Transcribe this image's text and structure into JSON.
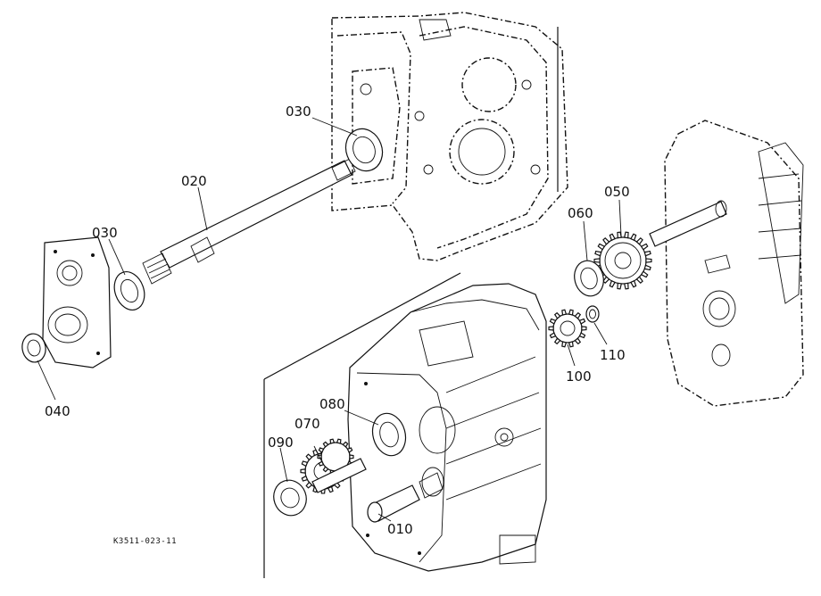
{
  "parts": {
    "p010": "010",
    "p020": "020",
    "p030a": "030",
    "p030b": "030",
    "p040": "040",
    "p050": "050",
    "p060": "060",
    "p070": "070",
    "p080": "080",
    "p090": "090",
    "p100": "100",
    "p110": "110"
  },
  "drawing_code": "K3511-023-11"
}
